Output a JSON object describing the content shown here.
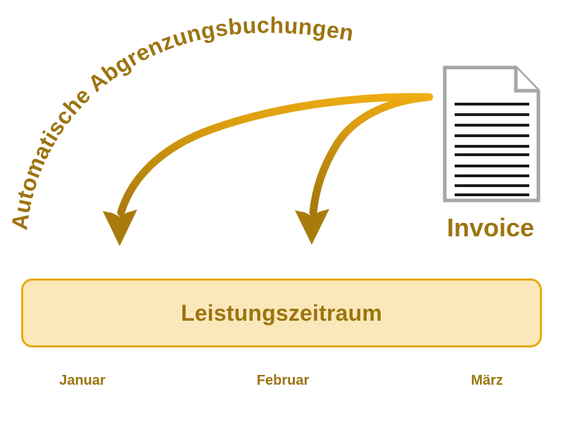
{
  "diagram": {
    "title_curved": "Automatische Abgrenzungsbuchungen",
    "period_box": {
      "label": "Leistungszeitraum",
      "fill_color": "#fbe8ba",
      "border_color": "#e9a911",
      "text_color": "#9c7410"
    },
    "months": [
      {
        "label": "Januar"
      },
      {
        "label": "Februar"
      },
      {
        "label": "März"
      }
    ],
    "invoice": {
      "caption": "Invoice",
      "icon_name": "document-invoice-icon",
      "outline_color": "#a6a6a6",
      "line_color": "#1a1a1a",
      "line_count": 10
    },
    "arrows": {
      "count": 2,
      "color_start": "#f0ae14",
      "color_end": "#a87c0c",
      "description": "two curved arrows from invoice to january and february"
    },
    "colors": {
      "gold_bright": "#f0ae14",
      "gold_dark": "#a87c0c",
      "text_gold": "#9c7410",
      "background": "#ffffff"
    }
  }
}
